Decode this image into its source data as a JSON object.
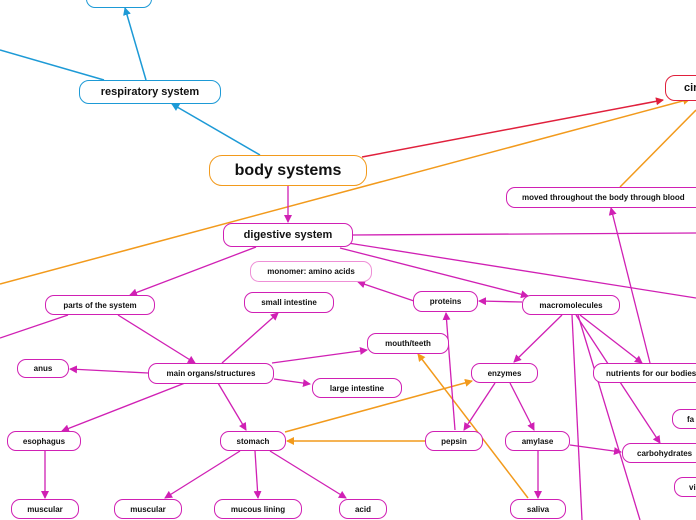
{
  "nodes": {
    "top_cut": "",
    "respiratory": "respiratory system",
    "body_systems": "body systems",
    "circulatory_partial": "cir",
    "moved_throughout": "moved throughout the body through blood",
    "digestive": "digestive system",
    "monomer": "monomer: amino acids",
    "parts": "parts of the system",
    "small_intestine": "small intestine",
    "proteins": "proteins",
    "macromolecules": "macromolecules",
    "mouth": "mouth/teeth",
    "anus": "anus",
    "main_organs": "main organs/structures",
    "enzymes": "enzymes",
    "nutrients": "nutrients for our bodies",
    "large_intestine": "large intestine",
    "fa_partial": "fa",
    "esophagus": "esophagus",
    "stomach": "stomach",
    "pepsin": "pepsin",
    "amylase": "amylase",
    "carbohydrates": "carbohydrates",
    "vi_partial": "vi",
    "muscular_1": "muscular",
    "muscular_2": "muscular",
    "mucous_lining": "mucous lining",
    "acid": "acid",
    "saliva": "saliva"
  },
  "colors": {
    "digestive_branch": "#d020b4",
    "respiratory_branch": "#1d9ad6",
    "circulatory_branch": "#e0203c",
    "cross_link": "#f29a1c"
  }
}
